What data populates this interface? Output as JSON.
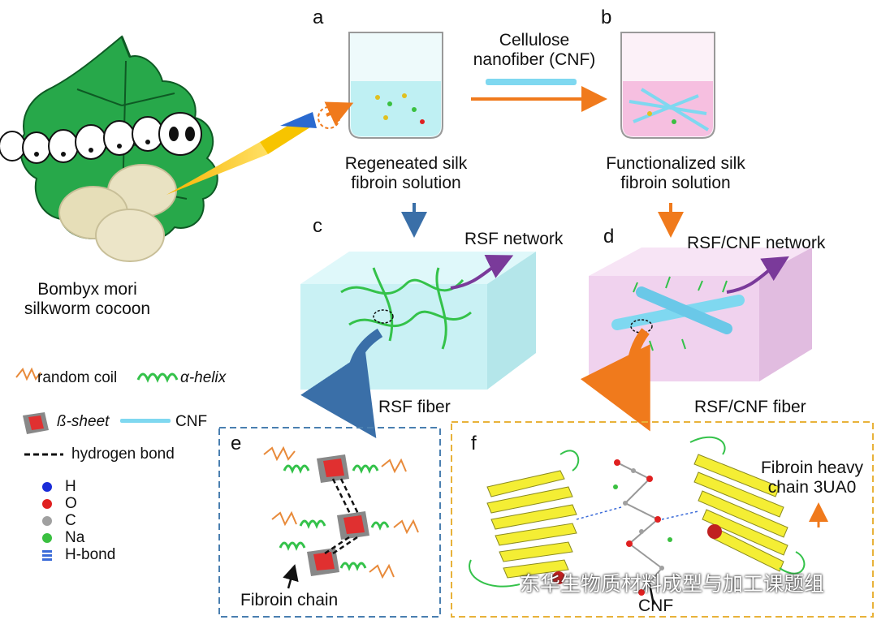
{
  "panels": {
    "a": "a",
    "b": "b",
    "c": "c",
    "d": "d",
    "e": "e",
    "f": "f"
  },
  "labels": {
    "cnf_top_line1": "Cellulose",
    "cnf_top_line2": "nanofiber (CNF)",
    "regen_line1": "Regeneated silk",
    "regen_line2": "fibroin solution",
    "func_line1": "Functionalized silk",
    "func_line2": "fibroin solution",
    "rsf_network": "RSF network",
    "rsf_cnf_network": "RSF/CNF network",
    "bombyx_line1": "Bombyx mori",
    "bombyx_line2": "silkworm cocoon",
    "rsf_fiber": "RSF fiber",
    "rsf_cnf_fiber": "RSF/CNF fiber",
    "fibroin_chain": "Fibroin chain",
    "fibroin_heavy_line1": "Fibroin heavy",
    "fibroin_heavy_line2": "chain 3UA0",
    "cnf_bottom": "CNF"
  },
  "legend": {
    "random_coil": "random coil",
    "alpha_helix": "α-helix",
    "beta_sheet": "ß-sheet",
    "cnf": "CNF",
    "hydrogen_bond": "hydrogen bond",
    "atoms": [
      "H",
      "O",
      "C",
      "Na",
      "H-bond"
    ]
  },
  "watermark": "东华生物质材料成型与加工课题组",
  "colors": {
    "leaf": "#27a84a",
    "leaf_dark": "#0e5a24",
    "cocoon": "#e9e2c2",
    "beaker_blue_liquid": "#bff0f3",
    "beaker_pink_liquid": "#f6bfe0",
    "arrow_orange": "#f07a1c",
    "arrow_blue": "#3a6fa8",
    "arrow_purple": "#7a3a9a",
    "rsf_box": "#c9f1f4",
    "rsf_cnf_box": "#f0d2ee",
    "fiber_green": "#34c24a",
    "cnf_cyan": "#7fd8f0",
    "coil_orange": "#e88a3a",
    "sheet_yellow": "#f4ee34",
    "panel_e_border": "#4a7fb0",
    "panel_f_border": "#e8b23a",
    "atom_H": "#1a2cd8",
    "atom_O": "#e02020",
    "atom_C": "#a0a0a0",
    "atom_Na": "#3ac040",
    "atom_Hbond": "#3a6ad8"
  }
}
